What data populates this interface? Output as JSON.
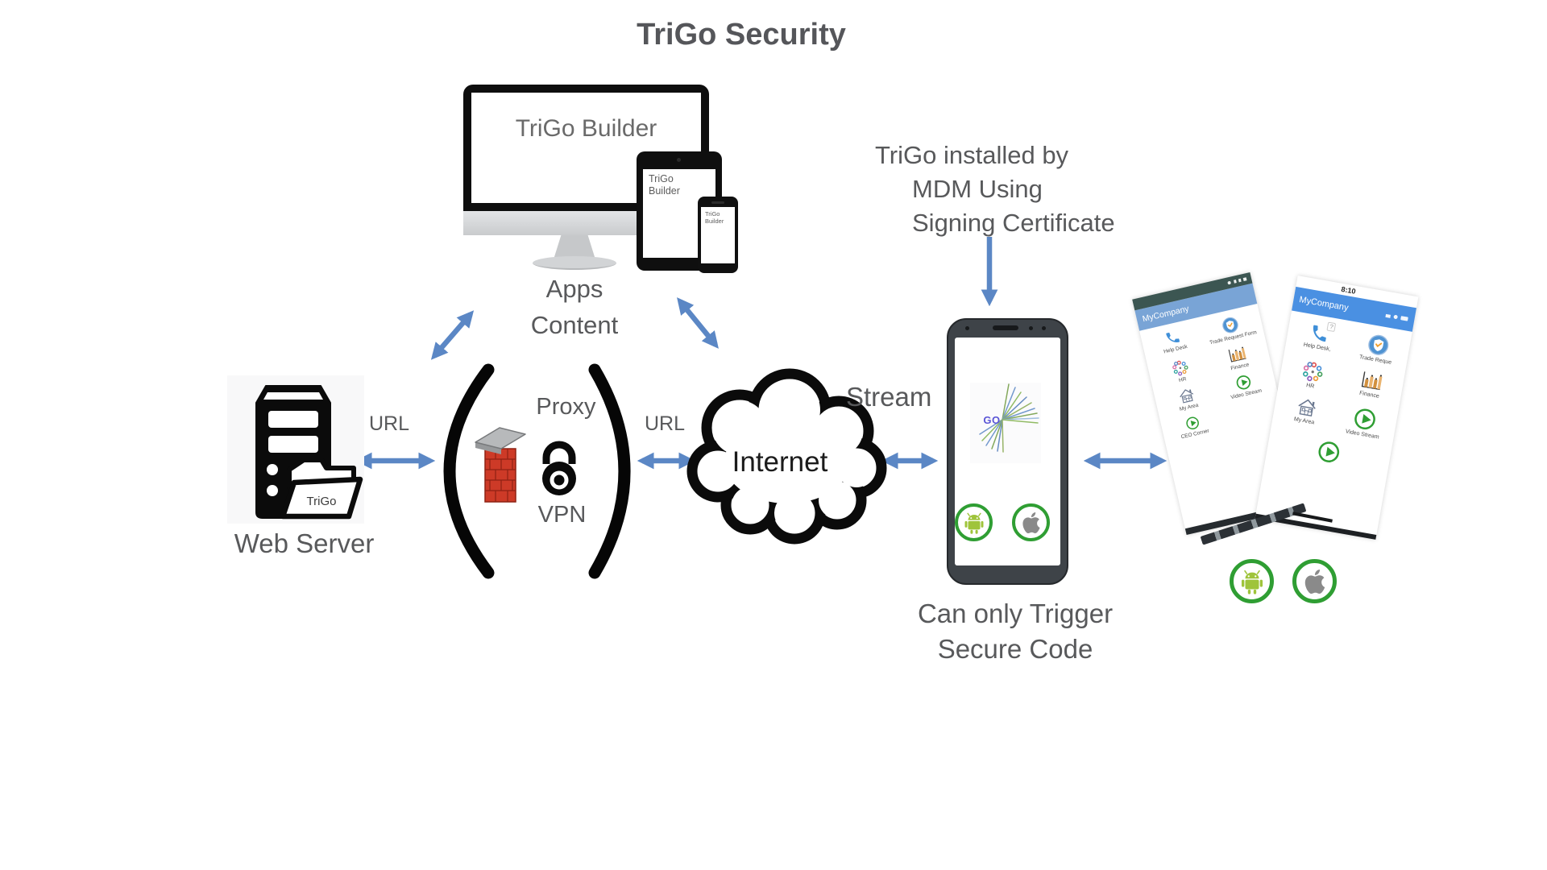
{
  "title": "TriGo Security",
  "builder": {
    "monitor_label": "TriGo Builder",
    "tablet_label_line1": "TriGo",
    "tablet_label_line2": "Builder",
    "phone_label_line1": "TriGo",
    "phone_label_line2": "Builder",
    "caption_line1": "Apps",
    "caption_line2": "Content"
  },
  "web_server": {
    "folder_label": "TriGo",
    "caption": "Web Server"
  },
  "links": {
    "url_left": "URL",
    "url_right": "URL",
    "stream": "Stream"
  },
  "gateway": {
    "proxy": "Proxy",
    "vpn": "VPN"
  },
  "cloud": {
    "label": "Internet"
  },
  "mdm_note": {
    "line1": "TriGo installed by",
    "line2": "MDM Using",
    "line3": "Signing Certificate"
  },
  "secure_note": {
    "line1": "Can only Trigger",
    "line2": "Secure Code"
  },
  "device": {
    "logo": "GO"
  },
  "screens": {
    "left": {
      "header": "MyCompany",
      "apps": [
        "Help Desk",
        "Trade Request Form",
        "HR",
        "Finance",
        "My Area",
        "Video Stream",
        "CEO Corner"
      ]
    },
    "right": {
      "time": "8:10",
      "header": "MyCompany",
      "help_bubble": "?",
      "apps": [
        "Help Desk,",
        "Trade Reque",
        "HR",
        "Finance",
        "My Area",
        "Video Stream"
      ]
    }
  },
  "colors": {
    "arrow_blue": "#5b87c5",
    "text_gray": "#58595b",
    "android_green": "#9fc43b",
    "badge_ring_green": "#2f9e33",
    "apple_gray": "#8a8a8a",
    "brick_red": "#cd3a27",
    "left_header_blue": "#79a4d6",
    "right_header_blue": "#4a90e2"
  }
}
